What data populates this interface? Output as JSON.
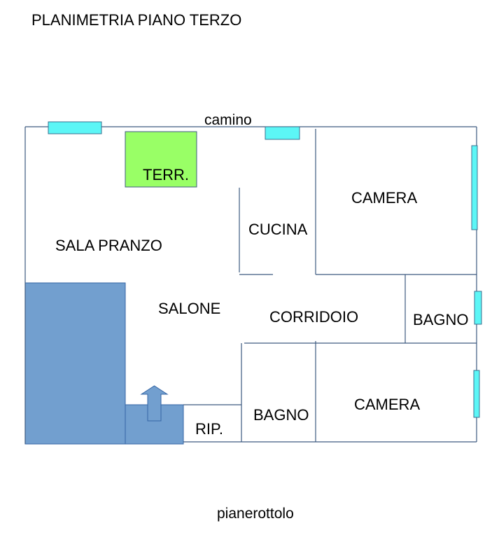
{
  "title": "PLANIMETRIA PIANO TERZO",
  "labels": {
    "camino": "camino",
    "terr": "TERR.",
    "sala_pranzo": "SALA PRANZO",
    "cucina": "CUCINA",
    "camera_top": "CAMERA",
    "salone": "SALONE",
    "corridoio": "CORRIDOIO",
    "bagno_right": "BAGNO",
    "bagno_bottom": "BAGNO",
    "camera_bottom": "CAMERA",
    "rip": "RIP.",
    "pianerottolo": "pianerottolo"
  },
  "colors": {
    "wall": "#3d5a80",
    "window": "#5cf6f6",
    "window_stroke": "#3a6f8f",
    "terrace": "#99ff66",
    "stair": "#729fcf",
    "stair_stroke": "#3465a4",
    "text": "#000000"
  }
}
